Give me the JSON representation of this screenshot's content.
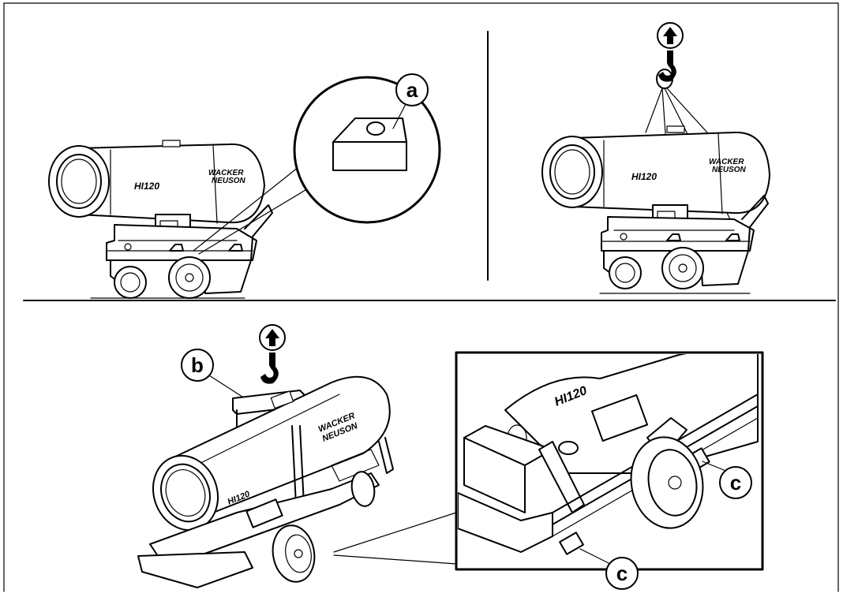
{
  "callouts": {
    "a": "a",
    "b": "b",
    "c1": "c",
    "c2": "c"
  },
  "model_label": "HI120",
  "brand_line1": "WACKER",
  "brand_line2": "NEUSON",
  "icons": {
    "lift_arrow": "up-arrow-icon",
    "hook": "crane-hook-icon"
  },
  "colors": {
    "line": "#000000",
    "background": "#ffffff"
  }
}
